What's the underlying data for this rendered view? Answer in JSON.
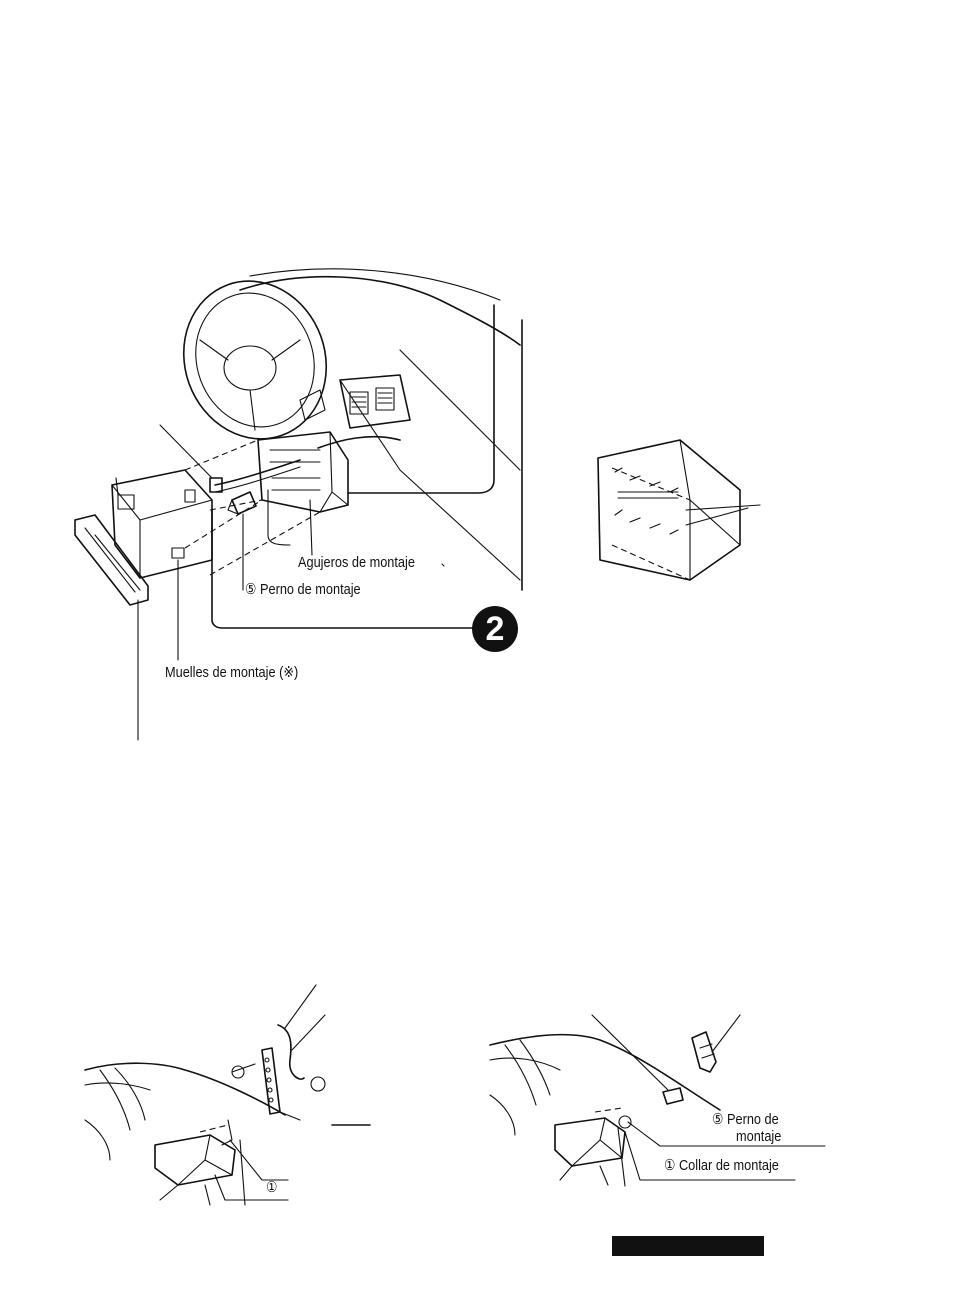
{
  "labels": {
    "mounting_holes": "Agujeros de montaje",
    "mounting_bolt_top": "⑤ Perno de montaje",
    "mounting_springs": "Muelles de montaje (※)",
    "step_badge": "2",
    "bolt_bottom_line1": "⑤ Perno de",
    "bolt_bottom_line2": "montaje",
    "collar_bottom": "① Collar de montaje",
    "collar_left_num": "①"
  }
}
